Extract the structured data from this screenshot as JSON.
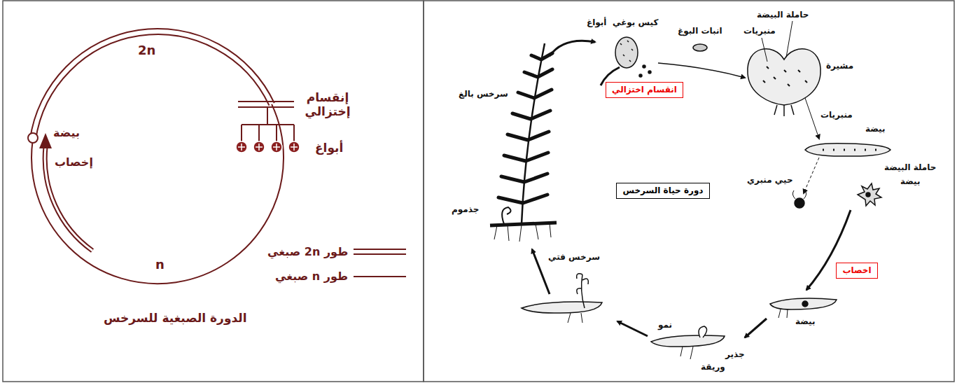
{
  "diagram": {
    "nodes": [
      {
        "text": [
          "انقسام اختزالي"
        ]
      },
      {
        "text": [
          "دورة حياة السرخس"
        ]
      },
      {
        "text": [
          "اخصاب"
        ]
      }
    ],
    "labels": [
      "2n",
      "إنقسام إختزالي",
      "أبواغ",
      "بيضة",
      "إخصاب",
      "n",
      "الدورة الصبغية للسرخس",
      "أبواغ",
      "كيس بوغي",
      "انبات البوغ",
      "حاملة البيضة",
      "منبريات",
      "مشيرة",
      "منبريات",
      "بيضة",
      "حيي منبري",
      "حاملة البيضة",
      "بيضة",
      "بيضة",
      "جذير",
      "وريقة",
      "نمو",
      "سرخس فتي",
      "سرخس بالغ",
      "جذموم"
    ],
    "legend": [
      {
        "text": "طور 2n صبغي"
      },
      {
        "text": "طور n صبغي"
      }
    ]
  }
}
